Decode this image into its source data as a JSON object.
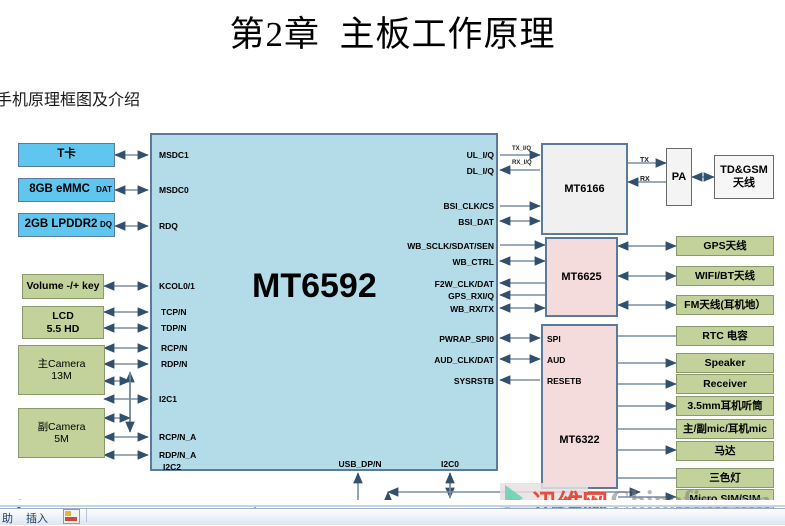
{
  "slide": {
    "title": "第2章  主板工作原理",
    "subtitle": "手机原理框图及介绍"
  },
  "colors": {
    "soc_fill": "#b4dbe8",
    "blue_fill": "#5ec6ef",
    "olive_fill": "#c3d29a",
    "grey_fill": "#f0f0f0",
    "pink_fill": "#f4dcdc",
    "border": "#5a7b9c",
    "watermark_red": "#e74c3c"
  },
  "soc": {
    "name": "MT6592",
    "left_pins": [
      "MSDC1",
      "MSDC0",
      "RDQ",
      "KCOL0/1",
      "TCP/N",
      "TDP/N",
      "RCP/N",
      "RDP/N",
      "I2C1",
      "RCP/N_A",
      "RDP/N_A",
      "I2C2"
    ],
    "right_pins": [
      "UL_I/Q",
      "DL_I/Q",
      "BSI_CLK/CS",
      "BSI_DAT",
      "WB_SCLK/SDAT/SEN",
      "WB_CTRL",
      "F2W_CLK/DAT",
      "GPS_RXI/Q",
      "WB_RX/TX",
      "PWRAP_SPI0",
      "AUD_CLK/DAT",
      "SYSRSTB"
    ],
    "bottom_pins": [
      "USB_DP/N",
      "I2C0"
    ]
  },
  "storage_blocks": [
    {
      "label": "T卡",
      "side_tag": ""
    },
    {
      "label": "8GB eMMC",
      "side_tag": "DAT"
    },
    {
      "label": "2GB LPDDR2",
      "side_tag": "DQ"
    }
  ],
  "left_peripherals": [
    {
      "line1": "Volume -/+  key",
      "line2": ""
    },
    {
      "line1": "LCD",
      "line2": "5.5 HD"
    },
    {
      "line1": "主Camera",
      "line2": "13M"
    },
    {
      "line1": "副Camera",
      "line2": "5M"
    }
  ],
  "rf_chips": [
    {
      "label": "MT6166",
      "style": "grey"
    },
    {
      "label": "MT6625",
      "style": "pink"
    }
  ],
  "pmic": {
    "label": "MT6322",
    "pins": [
      "SPI",
      "AUD",
      "RESETB"
    ]
  },
  "pa": {
    "label": "PA",
    "in_labels": [
      "TX_I/Q",
      "RX_I/Q"
    ],
    "side_labels": [
      "TX",
      "RX"
    ]
  },
  "antenna_main": {
    "line1": "TD&GSM",
    "line2": "天线"
  },
  "right_antennas": [
    "GPS天线",
    "WIFI/BT天线",
    "FM天线(耳机地）"
  ],
  "right_peripherals": [
    "RTC 电容",
    "Speaker",
    "Receiver",
    "3.5mm耳机听筒",
    "主/副mic/耳机mic",
    "马达",
    "三色灯",
    "Micro SIM/SIM"
  ],
  "watermark": {
    "cn": "迅维网",
    "en": "Chinafix.com"
  },
  "ribbon": {
    "tab_partial": "助",
    "tab_insert": "插入",
    "icon": "slide-icon"
  }
}
